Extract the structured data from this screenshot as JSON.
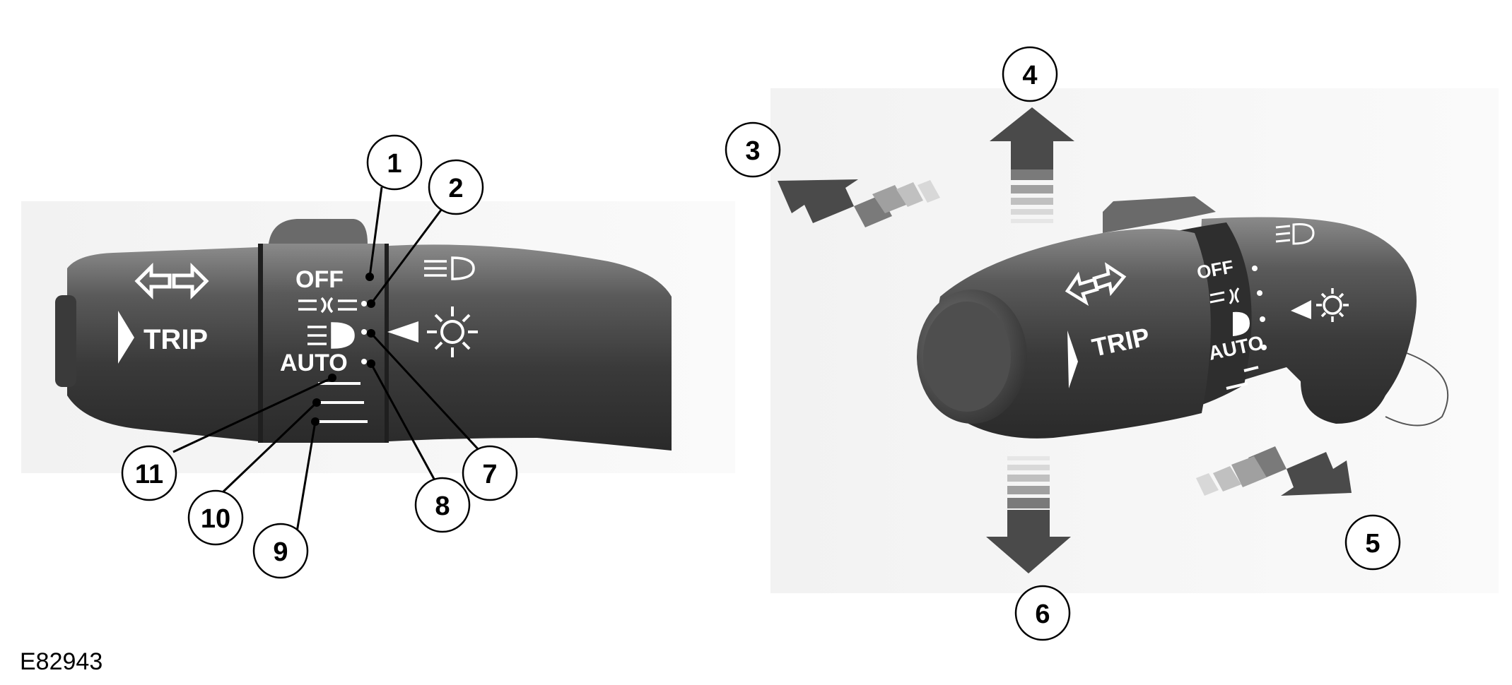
{
  "figure_ref": "E82943",
  "left_stalk": {
    "trip_label": "TRIP",
    "positions": {
      "off": "OFF",
      "auto": "AUTO"
    }
  },
  "right_stalk": {
    "trip_label": "TRIP",
    "positions": {
      "off": "OFF",
      "auto": "AUTO"
    }
  },
  "callouts": [
    "1",
    "2",
    "3",
    "4",
    "5",
    "6",
    "7",
    "8",
    "9",
    "10",
    "11"
  ],
  "colors": {
    "stalk_dark": "#3a3a3a",
    "stalk_light": "#6a6a6a",
    "label": "#ffffff",
    "arrow_dark": "#4a4a4a",
    "arrow_light": "#d8d8d8"
  }
}
